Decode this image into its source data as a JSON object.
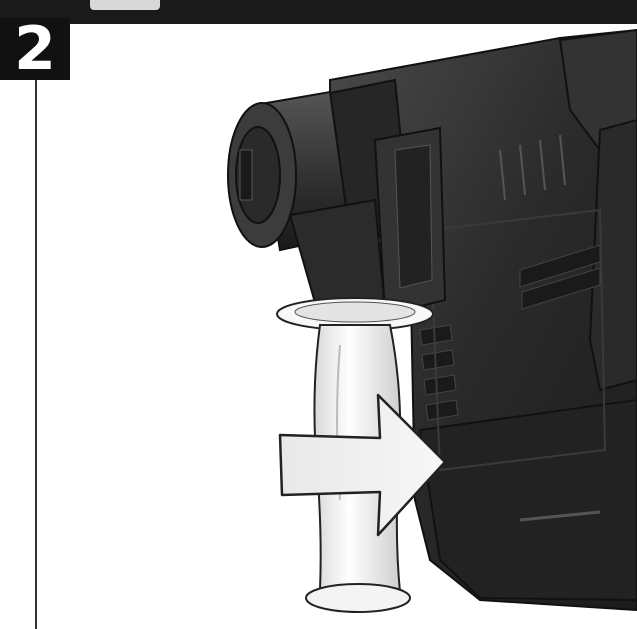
{
  "step": {
    "number": "2"
  },
  "colors": {
    "header_bar": "#1a1a1a",
    "step_box": "#111111",
    "tool_body": "#2b2b2b",
    "handle": "#f2f2f2",
    "arrow": "#f0f0f0"
  },
  "illustration": {
    "subject": "rotary-hammer-drill",
    "action": "attach-side-handle"
  }
}
